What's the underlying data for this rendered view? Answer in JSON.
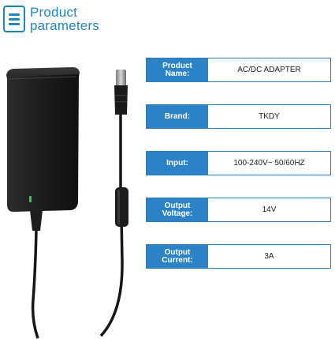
{
  "header": {
    "title_line1": "Product",
    "title_line2": "parameters",
    "icon": "list-icon",
    "accent_color": "#1f86c4"
  },
  "parameters": [
    {
      "label_line1": "Product",
      "label_line2": "Name:",
      "value": "AC/DC ADAPTER"
    },
    {
      "label_line1": "Brand:",
      "label_line2": "",
      "value": "TKDY"
    },
    {
      "label_line1": "Input:",
      "label_line2": "",
      "value": "100-240V~ 50/60HZ"
    },
    {
      "label_line1": "Output",
      "label_line2": "Voltage:",
      "value": "14V"
    },
    {
      "label_line1": "Output",
      "label_line2": "Current:",
      "value": "3A"
    }
  ],
  "colors": {
    "label_background": "#2b82c6",
    "border": "#2a7fc0",
    "adapter_body": "#1f1f1f",
    "indicator_led": "#35d04a"
  }
}
